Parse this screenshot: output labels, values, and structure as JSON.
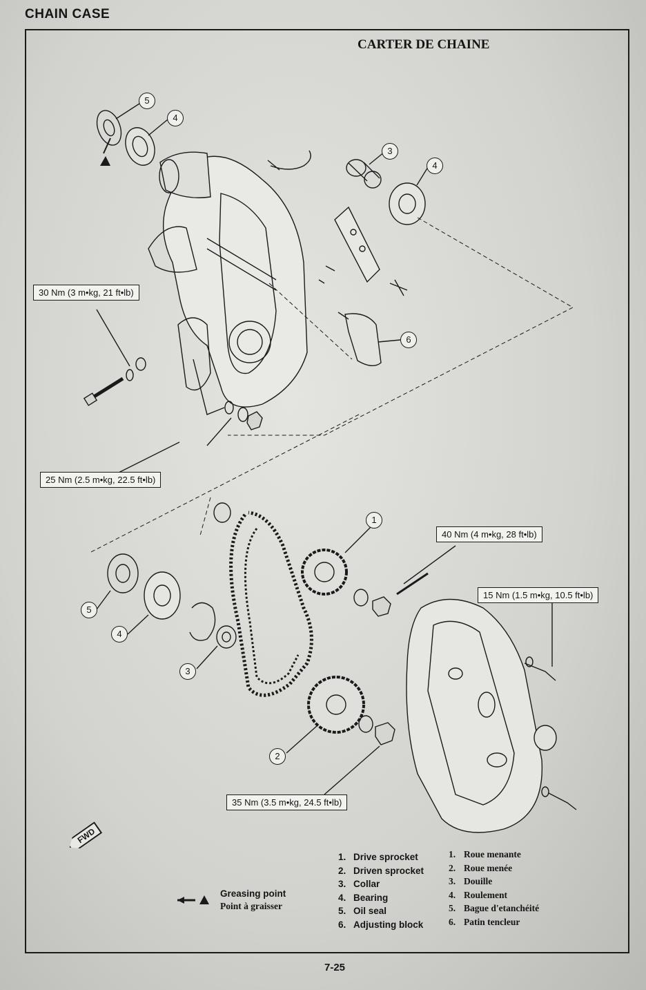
{
  "header": {
    "left_title": "CHAIN CASE",
    "right_title": "CARTER DE CHAINE"
  },
  "torque_specs": [
    "30 Nm (3 m•kg, 21 ft•lb)",
    "25 Nm (2.5 m•kg, 22.5 ft•lb)",
    "40 Nm (4 m•kg, 28 ft•lb)",
    "15 Nm (1.5 m•kg, 10.5 ft•lb)",
    "35 Nm (3.5 m•kg, 24.5 ft•lb)"
  ],
  "callouts": [
    "5",
    "4",
    "3",
    "4",
    "6",
    "1",
    "5",
    "4",
    "3",
    "2"
  ],
  "fwd_label": "FWD",
  "greasing": {
    "en": "Greasing point",
    "fr": "Point à graisser"
  },
  "legend": {
    "numbers": [
      "1.",
      "2.",
      "3.",
      "4.",
      "5.",
      "6."
    ],
    "en": [
      "Drive sprocket",
      "Driven sprocket",
      "Collar",
      "Bearing",
      "Oil seal",
      "Adjusting block"
    ],
    "fr": [
      "Roue menante",
      "Roue menée",
      "Douille",
      "Roulement",
      "Bague d'etanchéité",
      "Patin tencleur"
    ]
  },
  "page_number": "7-25"
}
